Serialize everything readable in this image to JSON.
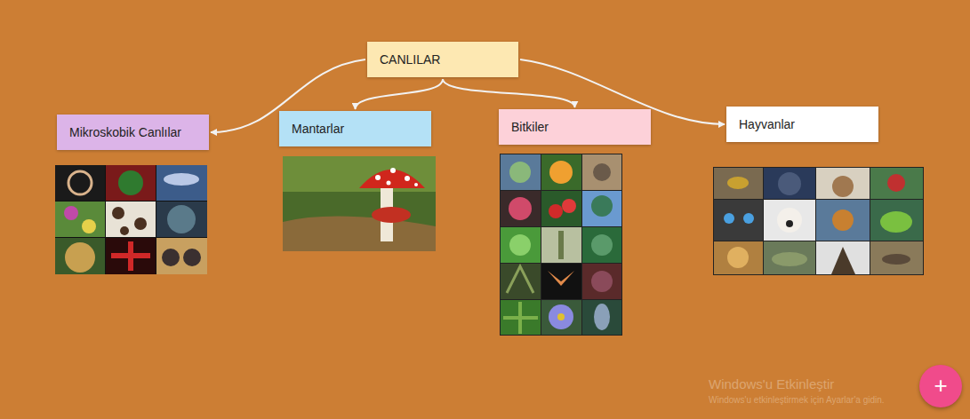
{
  "diagram": {
    "nodes": [
      {
        "text": [
          "CANLILAR"
        ]
      },
      {
        "text": [
          "Mikroskobik Canlılar"
        ]
      },
      {
        "text": [
          "Mantarlar"
        ]
      },
      {
        "text": [
          "Bitkiler"
        ]
      },
      {
        "text": [
          "Hayvanlar"
        ]
      }
    ],
    "edges": [
      {
        "from": 0,
        "to": 1,
        "arrow": "to"
      },
      {
        "from": 0,
        "to": 2,
        "arrow": "to"
      },
      {
        "from": 0,
        "to": 3,
        "arrow": "to"
      },
      {
        "from": 0,
        "to": 4,
        "arrow": "to"
      }
    ],
    "labels": [
      "Windows'u Etkinleştir",
      "Windows'u etkinleştirmek için Ayarlar'a gidin.",
      "+"
    ]
  }
}
